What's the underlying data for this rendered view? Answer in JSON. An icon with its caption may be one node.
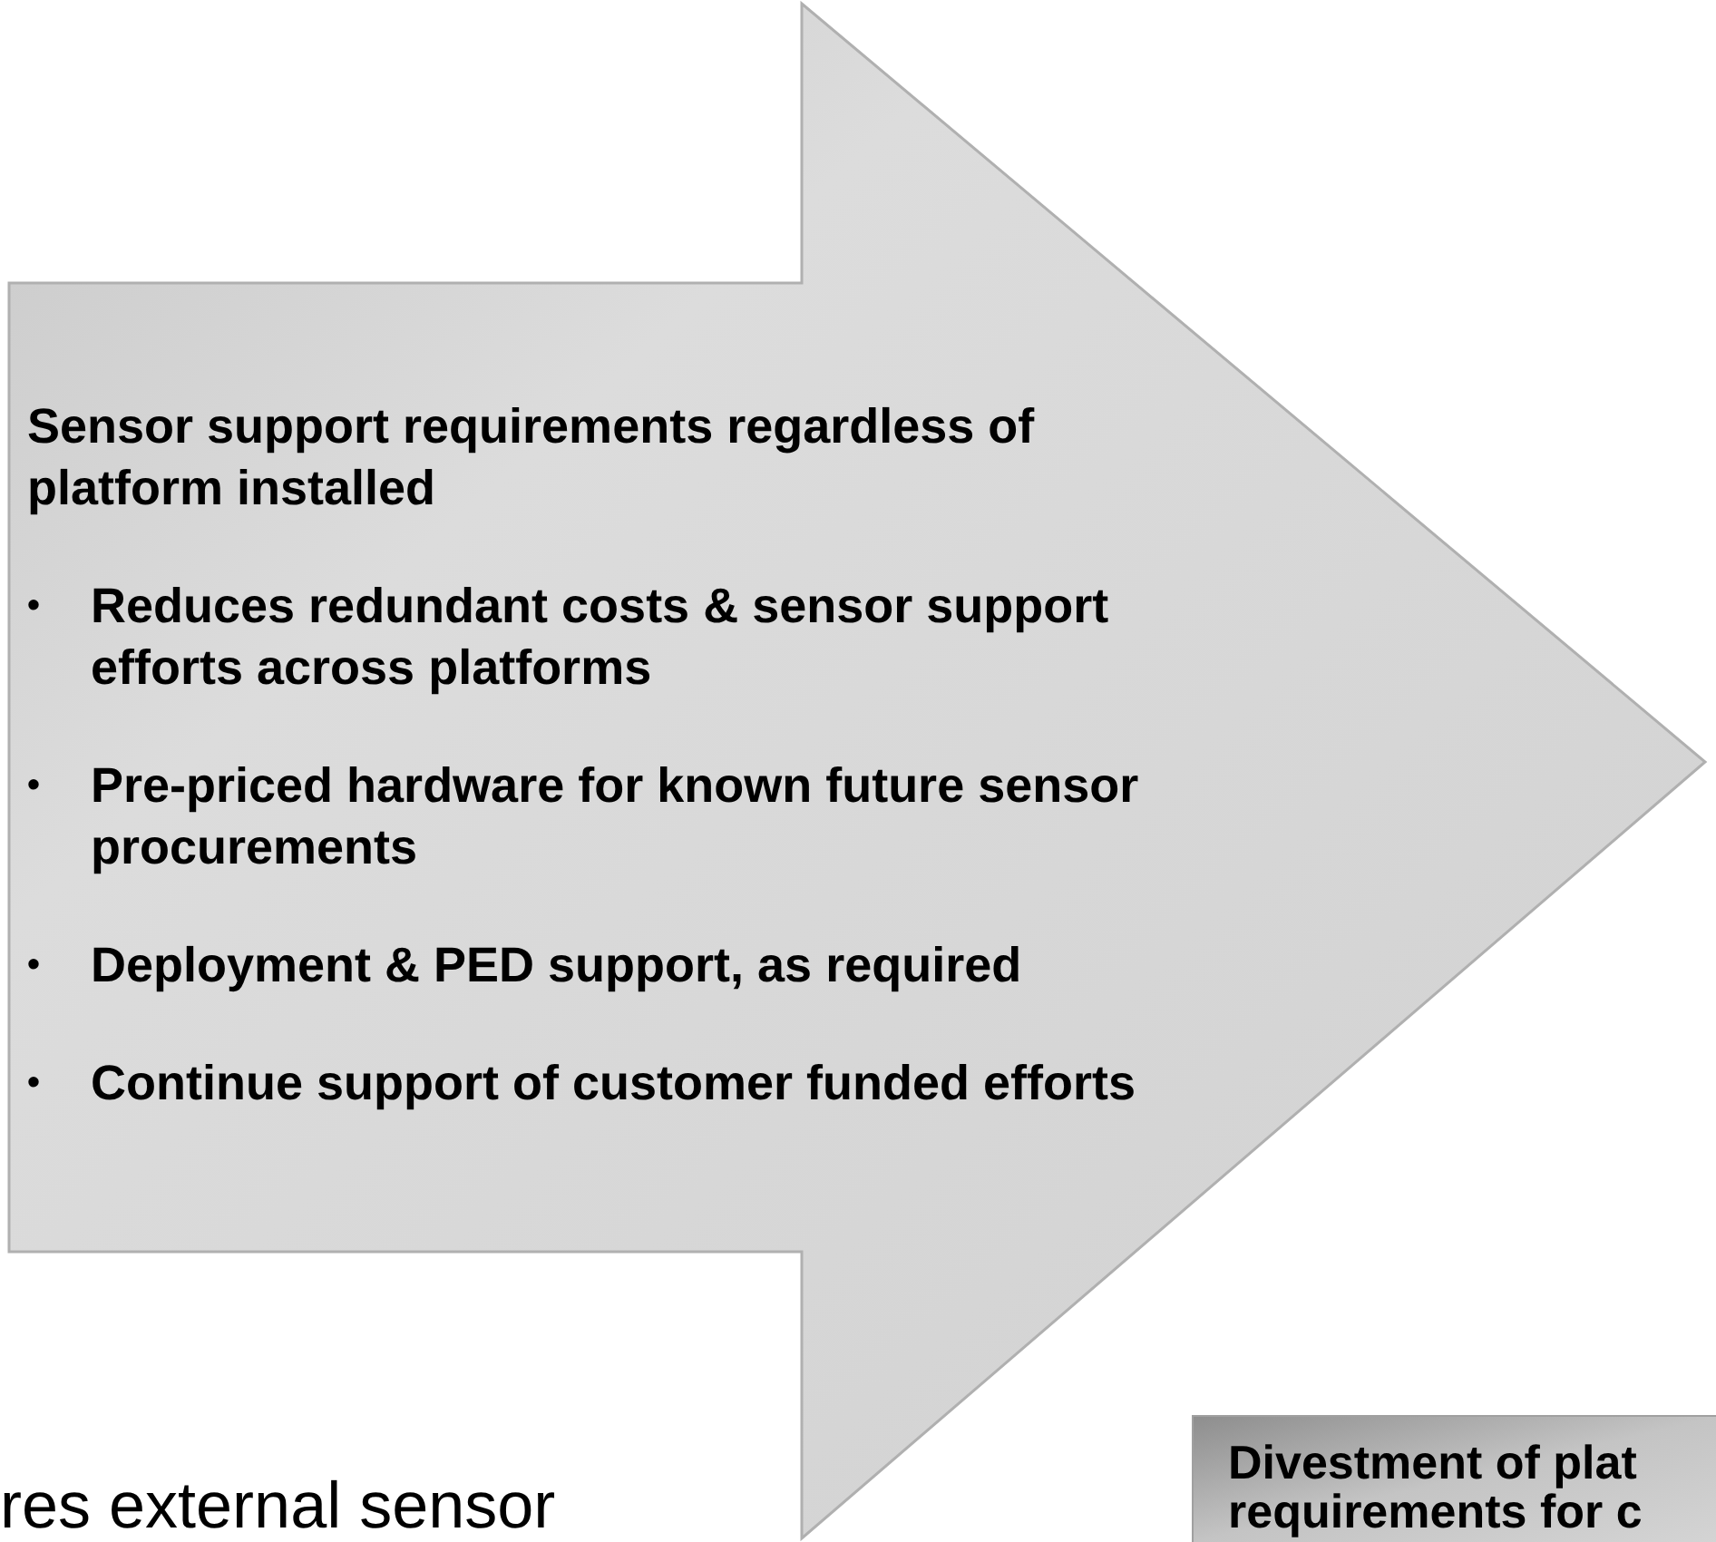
{
  "diagram": {
    "nodes": [
      {
        "text": [
          "Sensor support requirements regardless of platform installed",
          "•",
          "Reduces redundant costs & sensor support efforts across platforms",
          "•",
          "Pre-priced hardware for known future sensor procurements",
          "•",
          "Deployment & PED support, as required",
          "•",
          "Continue support of customer funded efforts"
        ]
      },
      {
        "text": [
          "Divestment of plat requirements for c"
        ]
      }
    ],
    "labels": [
      "res external sensor"
    ]
  }
}
